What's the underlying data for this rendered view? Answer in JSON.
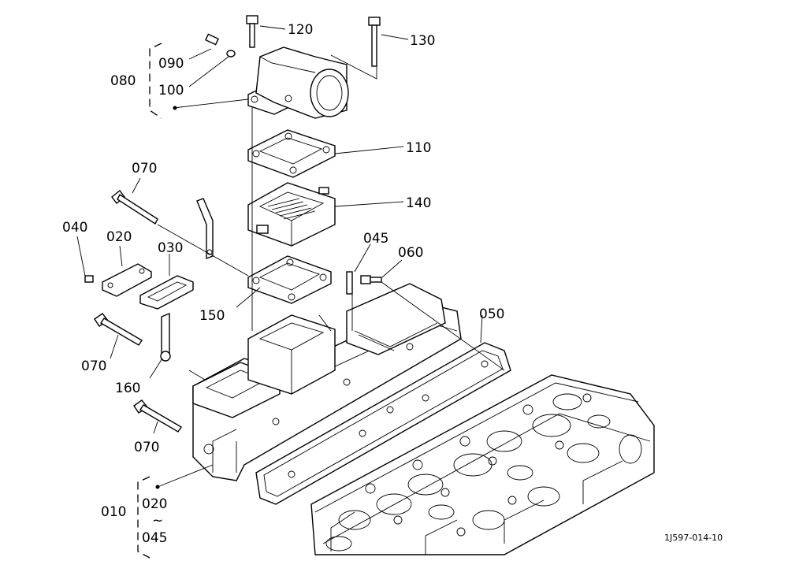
{
  "callouts": {
    "c120": "120",
    "c130": "130",
    "c090": "090",
    "c100": "100",
    "c080": "080",
    "c110": "110",
    "c070a": "070",
    "c140": "140",
    "c040": "040",
    "c020a": "020",
    "c030": "030",
    "c045a": "045",
    "c060": "060",
    "c150": "150",
    "c050": "050",
    "c070b": "070",
    "c160": "160",
    "c070c": "070",
    "c010": "010",
    "c020b": "020",
    "tilde": "~",
    "c045b": "045"
  },
  "drawing_code": "1J597-014-10"
}
